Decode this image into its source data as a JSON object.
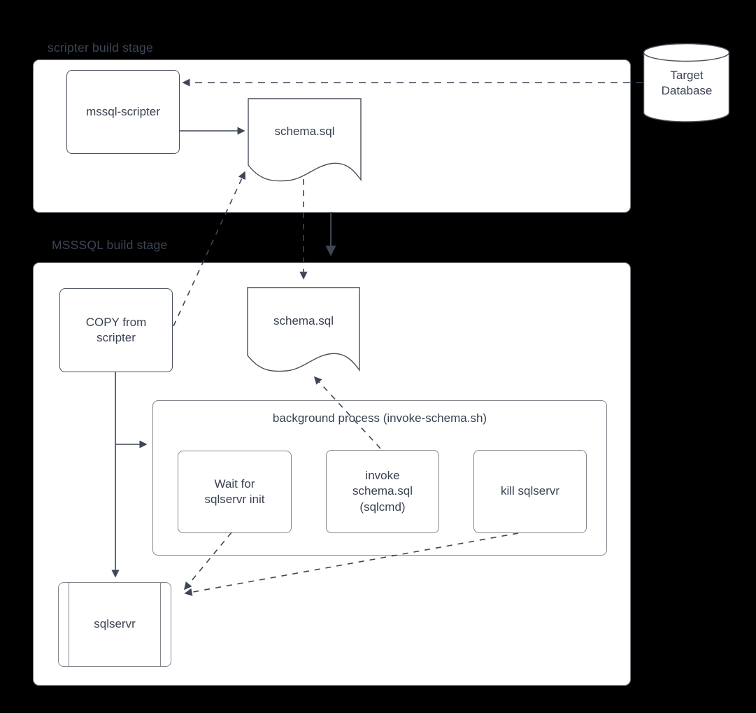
{
  "diagram": {
    "stage1": {
      "label": "scripter build stage"
    },
    "stage2": {
      "label": "MSSSQL build stage"
    },
    "nodes": {
      "mssql_scripter": "mssql-scripter",
      "schema_top": "schema.sql",
      "target_database": "Target\nDatabase",
      "copy_from_scripter": "COPY from\nscripter",
      "schema_bottom": "schema.sql",
      "background_process_title": "background process (invoke-schema.sh)",
      "wait_for_init": "Wait for\nsqlservr init",
      "invoke_schema": "invoke\nschema.sql\n(sqlcmd)",
      "kill_sqlservr": "kill sqlservr",
      "sqlservr": "sqlservr"
    },
    "colors": {
      "background": "#000000",
      "shape_fill": "#ffffff",
      "stroke_dark": "#49505c",
      "stroke_gray": "#82878e",
      "connector": "#3e4654",
      "text": "#3a4252",
      "stage_label_text": "#3c4656"
    }
  }
}
